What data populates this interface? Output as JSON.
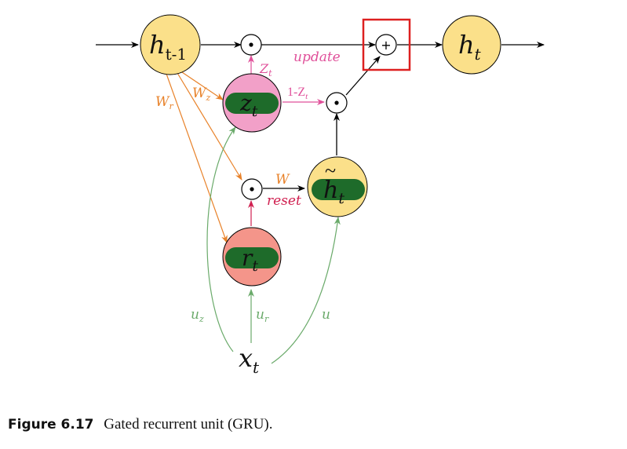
{
  "nodes": {
    "h_prev": {
      "base": "h",
      "sub": "t-1"
    },
    "h_t": {
      "base": "h",
      "sub": "t"
    },
    "z_gate": {
      "base": "z",
      "sub": "t"
    },
    "r_gate": {
      "base": "r",
      "sub": "t"
    },
    "h_cand": {
      "base": "h",
      "accent": "~",
      "sub": "t"
    },
    "x_t": {
      "base": "x",
      "sub": "t"
    }
  },
  "operators": {
    "plus": "+",
    "dot": "·"
  },
  "labels": {
    "z_t": {
      "base": "Z",
      "sub": "t"
    },
    "one_minus_z": {
      "base": "1-Z",
      "sub": "t"
    },
    "update": "update",
    "reset": "reset",
    "W": "W",
    "W_r": {
      "base": "W",
      "sub": "r"
    },
    "W_z": {
      "base": "W",
      "sub": "z"
    },
    "u_z": {
      "base": "u",
      "sub": "z"
    },
    "u_r": {
      "base": "u",
      "sub": "r"
    },
    "u": "u"
  },
  "caption": {
    "label": "Figure 6.17",
    "text": "Gated recurrent unit (GRU)."
  },
  "colors": {
    "hidden_fill": "#fbe08a",
    "z_fill": "#f2a0c8",
    "r_fill": "#f4958a",
    "bar_fill": "#1e6b2a",
    "orange": "#e8822a",
    "green": "#6aaa6a",
    "pink": "#e0509a",
    "crimson": "#d02050",
    "highlight": "#dd2020"
  }
}
